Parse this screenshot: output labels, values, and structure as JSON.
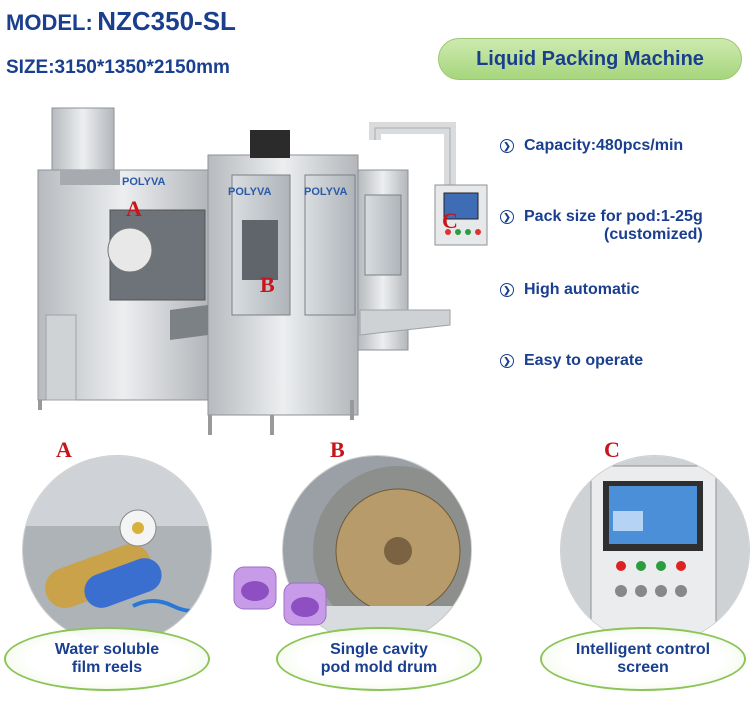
{
  "header": {
    "model_label": "MODEL:",
    "model_value": "NZC350-SL",
    "size_text": "SIZE:3150*1350*2150mm"
  },
  "title": "Liquid Packing Machine",
  "features": [
    {
      "text": "Capacity:480pcs/min",
      "icon": "chevron-right-circle-icon"
    },
    {
      "text": "Pack size for pod:1-25g",
      "text2": "(customized)",
      "icon": "chevron-right-circle-icon"
    },
    {
      "text": "High automatic",
      "icon": "chevron-right-circle-icon"
    },
    {
      "text": "Easy to operate",
      "icon": "chevron-right-circle-icon"
    }
  ],
  "machine": {
    "brand": "POLYVA",
    "callouts": [
      "A",
      "B",
      "C"
    ]
  },
  "details": [
    {
      "letter": "A",
      "caption": "Water soluble\nfilm reels"
    },
    {
      "letter": "B",
      "caption": "Single cavity\npod mold drum"
    },
    {
      "letter": "C",
      "caption": "Intelligent control\nscreen"
    }
  ],
  "colors": {
    "text_blue": "#1a3f8f",
    "callout_red": "#c8151b",
    "pill_green": "#a6d67c",
    "steel": "#c9ccd0"
  }
}
